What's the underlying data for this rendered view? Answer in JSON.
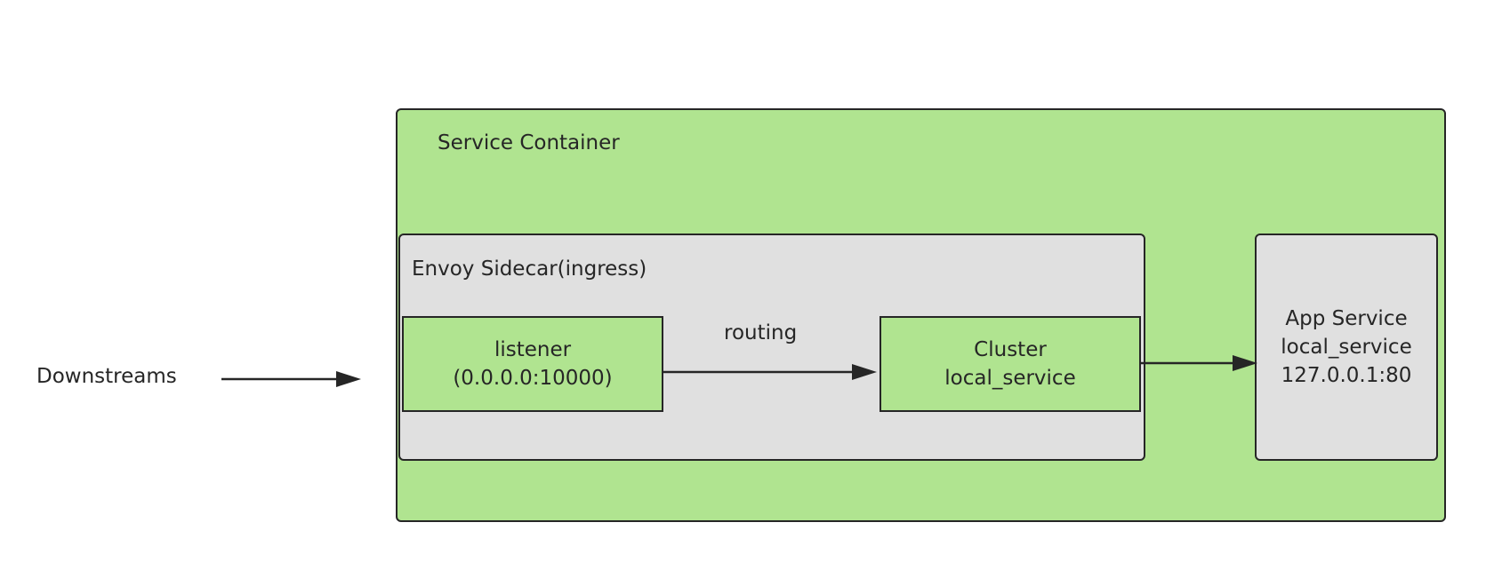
{
  "labels": {
    "downstreams": "Downstreams",
    "service_container": "Service Container",
    "envoy_sidecar": "Envoy Sidecar(ingress)",
    "routing": "routing"
  },
  "listener": {
    "line1": "listener",
    "line2": "(0.0.0.0:10000)"
  },
  "cluster": {
    "line1": "Cluster",
    "line2": "local_service"
  },
  "app_service": {
    "line1": "App Service",
    "line2": "local_service",
    "line3": "127.0.0.1:80"
  },
  "colors": {
    "green": "#b0e490",
    "grey": "#e0e0e0",
    "stroke": "#262626"
  }
}
